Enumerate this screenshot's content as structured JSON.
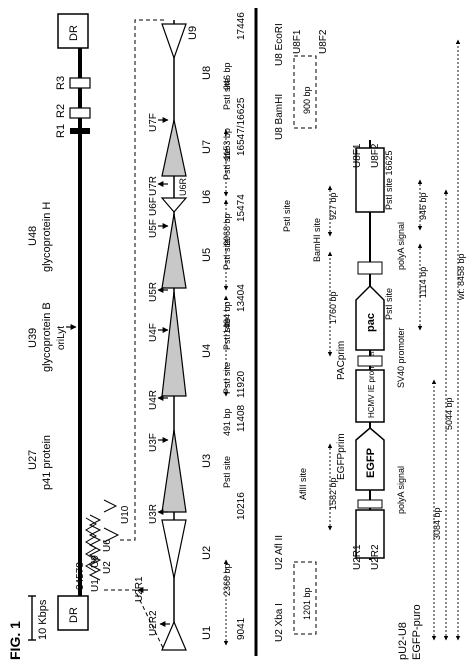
{
  "figure_label": "FIG. 1",
  "scale_bar_label": "10 Kbps",
  "left_map": {
    "dr_label": "DR",
    "repeat_labels": [
      "R1",
      "R2",
      "R3"
    ],
    "top_genes": [
      {
        "name": "U27",
        "product": "p41 protein"
      },
      {
        "name": "U39",
        "product": "glycoprotein B"
      },
      {
        "name": "U48",
        "product": "glycoprotein H"
      }
    ],
    "orilyt_label": "oriLyt",
    "cluster_numbers": "34578",
    "cluster_labels": [
      "U1",
      "U2",
      "U6",
      "U9",
      "U10"
    ]
  },
  "segments": {
    "gene_labels": [
      "U1",
      "U2",
      "U3",
      "U4",
      "U5",
      "U6",
      "U7",
      "U8",
      "U9"
    ],
    "primer_labels": [
      "U2R2",
      "U2R1",
      "U3R",
      "U3F",
      "U4R",
      "U4F",
      "U5R",
      "U5F",
      "U6F",
      "U6R",
      "U7R",
      "U7F"
    ],
    "coordinates": [
      "9041",
      "10216",
      "11408",
      "11920",
      "13404",
      "15474",
      "16547/16625",
      "17446"
    ],
    "size_labels": [
      "2368 bp",
      "491 bp",
      "1484 bp",
      "2068 bp",
      "1153 bp",
      "946 bp"
    ],
    "pst_labels": [
      "PstI site",
      "PstI site",
      "PstI site",
      "PstI site",
      "PstI site",
      "PstI site"
    ],
    "site_labels": {
      "xba": "U2 Xba I",
      "afl": "U2 Afl II",
      "bam": "U8 BamHI",
      "eco": "U8 EcoRI"
    },
    "bottom_primers": [
      "U8F1",
      "U8F2"
    ],
    "box_sizes": [
      "1201 bp",
      "900 bp"
    ]
  },
  "construct": {
    "name_lines": [
      "pU2-U8",
      "EGFP-puro"
    ],
    "left_primers": [
      "U2R1",
      "U2R2"
    ],
    "right_primers": [
      "U8F1",
      "U8F2"
    ],
    "cassettes": [
      "EGFP",
      "HCMV IE promoter",
      "pac"
    ],
    "polya_labels": [
      "polyA signal",
      "polyA signal"
    ],
    "sv40_label": "SV40 promoter",
    "primer_labels": [
      "EGFPprim",
      "PACprim"
    ],
    "site_labels": [
      "AflII site",
      "PstI site",
      "BamHI site",
      "PstI site",
      "PstI site 16625"
    ],
    "size_labels": [
      "1582 bp",
      "1760 bp",
      "927 bp",
      "946 bp",
      "1114 bp"
    ],
    "length_labels": [
      "3084 bp",
      "5044 bp",
      "wt: 8458 bp"
    ]
  }
}
